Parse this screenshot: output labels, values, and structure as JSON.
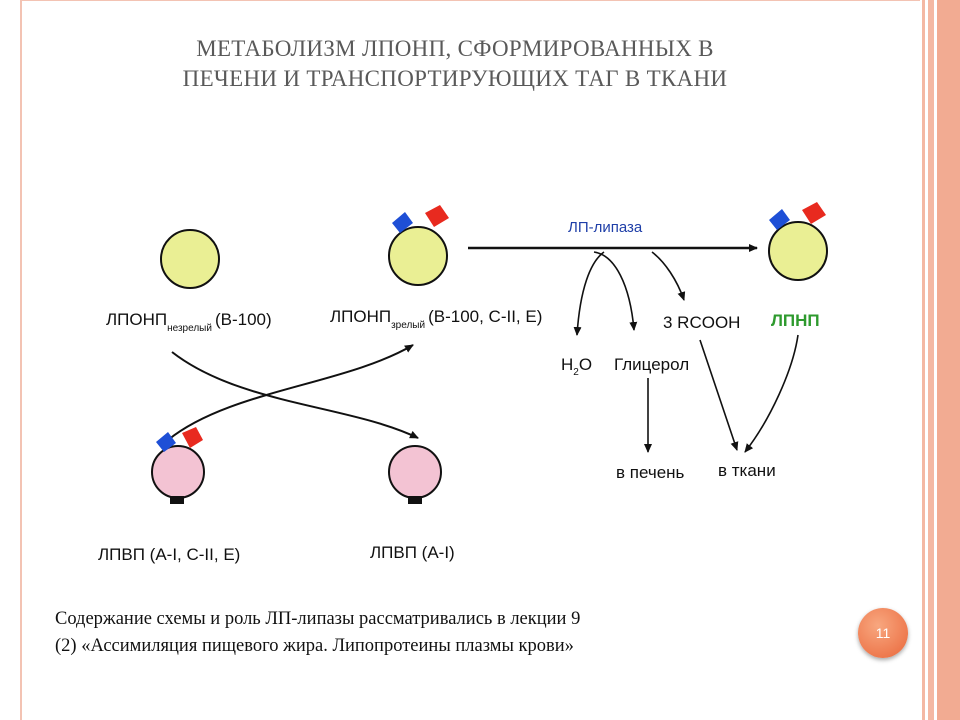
{
  "title_line1": "МЕТАБОЛИЗМ ЛПОНП, СФОРМИРОВАННЫХ В",
  "title_line2": "ПЕЧЕНИ И ТРАНСПОРТИРУЮЩИХ ТАГ В ТКАНИ",
  "colors": {
    "vldl_fill": "#eaef94",
    "hdl_fill": "#f3c3d3",
    "apo_blue": "#1e4fd6",
    "apo_red": "#e82a1f",
    "ldl_label": "#2e9a2e",
    "enzyme_label": "#1f3fa8",
    "badge": "#ee7a4f"
  },
  "diagram": {
    "vldl_immature": {
      "main": "ЛПОНП",
      "sub": "незрелый",
      "apo": "(В-100)"
    },
    "vldl_mature": {
      "main": "ЛПОНП",
      "sub": "зрелый",
      "apo": "(В-100, С-II, Е)"
    },
    "enzyme": "ЛП-липаза",
    "ldl": "ЛПНП",
    "water": {
      "main": "Н",
      "sub": "2",
      "tail": "О"
    },
    "glycerol": "Глицерол",
    "fatty_acids": "3 RCOOH",
    "to_liver": "в печень",
    "to_tissues": "в ткани",
    "hdl_full": "ЛПВП (А-I, С-II, Е)",
    "hdl_partial": "ЛПВП (А-I)"
  },
  "caption_line1": "Содержание схемы и роль ЛП-липазы рассматривались в лекции 9",
  "caption_line2": "(2) «Ассимиляция пищевого жира. Липопротеины плазмы крови»",
  "page_number": "11"
}
